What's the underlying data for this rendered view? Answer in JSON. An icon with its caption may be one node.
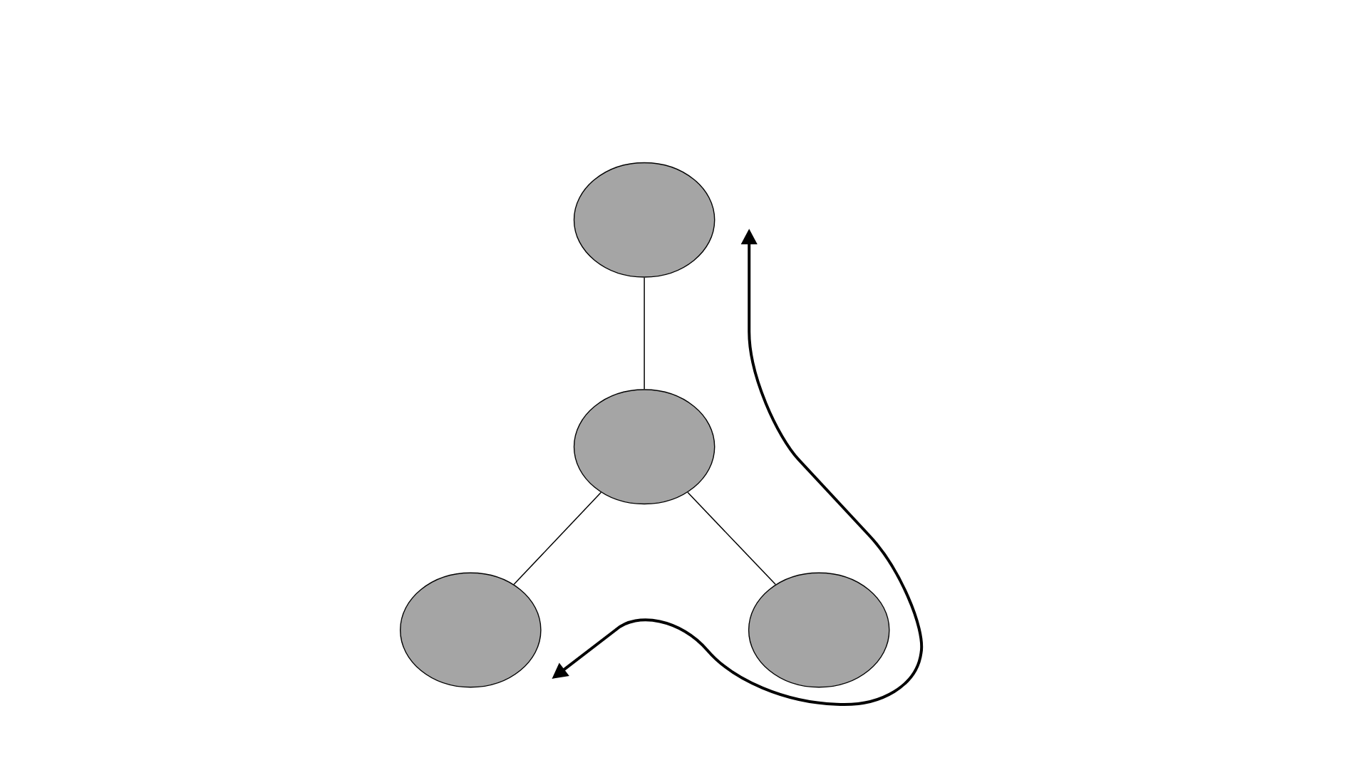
{
  "diagram": {
    "nodes": [
      {
        "text": [],
        "shape": "ellipse"
      },
      {
        "text": [],
        "shape": "ellipse"
      },
      {
        "text": [],
        "shape": "ellipse"
      },
      {
        "text": [],
        "shape": "ellipse"
      }
    ],
    "edges": [
      {
        "from": 0,
        "to": 1,
        "arrow": "none"
      },
      {
        "from": 1,
        "to": 2,
        "arrow": "none"
      },
      {
        "from": 1,
        "to": 3,
        "arrow": "none"
      }
    ]
  }
}
